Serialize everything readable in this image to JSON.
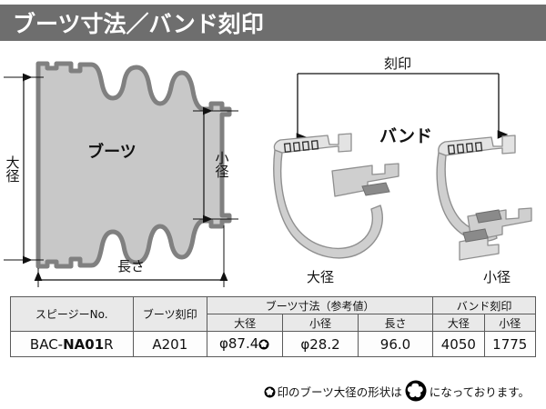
{
  "header": {
    "title": "ブーツ寸法／バンド刻印",
    "bar_color": "#6e6e6e"
  },
  "diagram": {
    "boot": {
      "label": "ブーツ",
      "dim_large": "大径",
      "dim_small": "小径",
      "dim_length": "長さ",
      "fill_color": "#c8c8c8",
      "outline_color": "#808080"
    },
    "band": {
      "label": "バンド",
      "stamp_label": "刻印",
      "left_label": "大径",
      "right_label": "小径",
      "fill_color": "#cccccc",
      "edge_color": "#9a9a9a",
      "stamp_marks": 4
    }
  },
  "table": {
    "headers": {
      "part_no": "スピージーNo.",
      "boot_stamp": "ブーツ刻印",
      "boot_dims_group": "ブーツ寸法（参考値）",
      "band_stamp_group": "バンド刻印",
      "boot_large": "大径",
      "boot_small": "小径",
      "boot_length": "長さ",
      "band_large": "大径",
      "band_small": "小径"
    },
    "row": {
      "part_no_prefix": "BAC-",
      "part_no_bold": "NA01",
      "part_no_suffix": "R",
      "boot_stamp": "A201",
      "boot_large": "φ87.4",
      "boot_large_has_mark": true,
      "boot_small": "φ28.2",
      "boot_length": "96.0",
      "band_large": "4050",
      "band_small": "1775"
    }
  },
  "footnote": {
    "text_before": "印のブーツ大径の形状は",
    "text_after": "になっております。",
    "mark_icon": "trilobe-circle-icon"
  }
}
